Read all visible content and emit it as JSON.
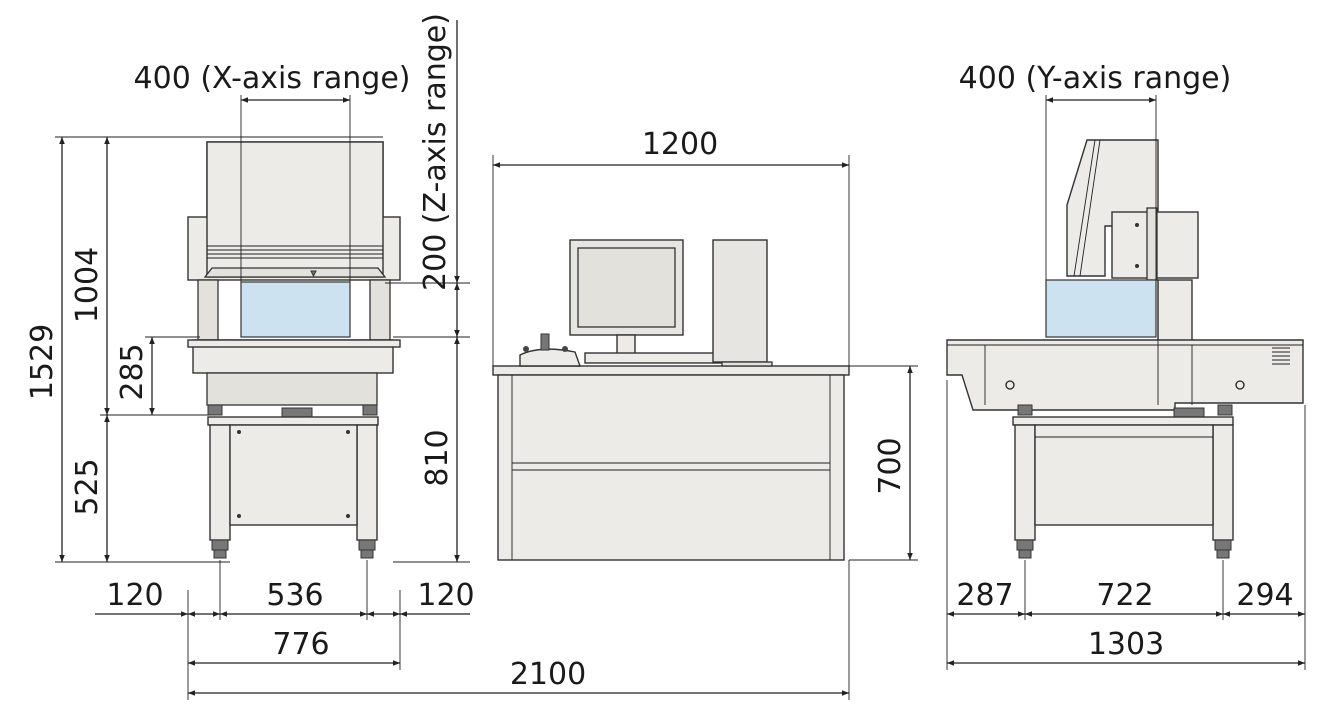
{
  "dimensions": {
    "x_axis_range": "400 (X-axis range)",
    "y_axis_range": "400 (Y-axis range)",
    "z_axis_range": "200 (Z-axis range)",
    "table_width": "1200",
    "total_height": "1529",
    "head_height": "1004",
    "stage_height": "285",
    "base_height": "525",
    "work_height": "810",
    "table_height": "700",
    "left_overhang": "120",
    "leg_span_front": "536",
    "right_overhang": "120",
    "front_width": "776",
    "total_width": "2100",
    "side_left": "287",
    "leg_span_side": "722",
    "side_right": "294",
    "side_width": "1303"
  },
  "colors": {
    "machine_body": "#ecebe7",
    "measuring_range": "#cde2f0",
    "line": "#222222"
  }
}
